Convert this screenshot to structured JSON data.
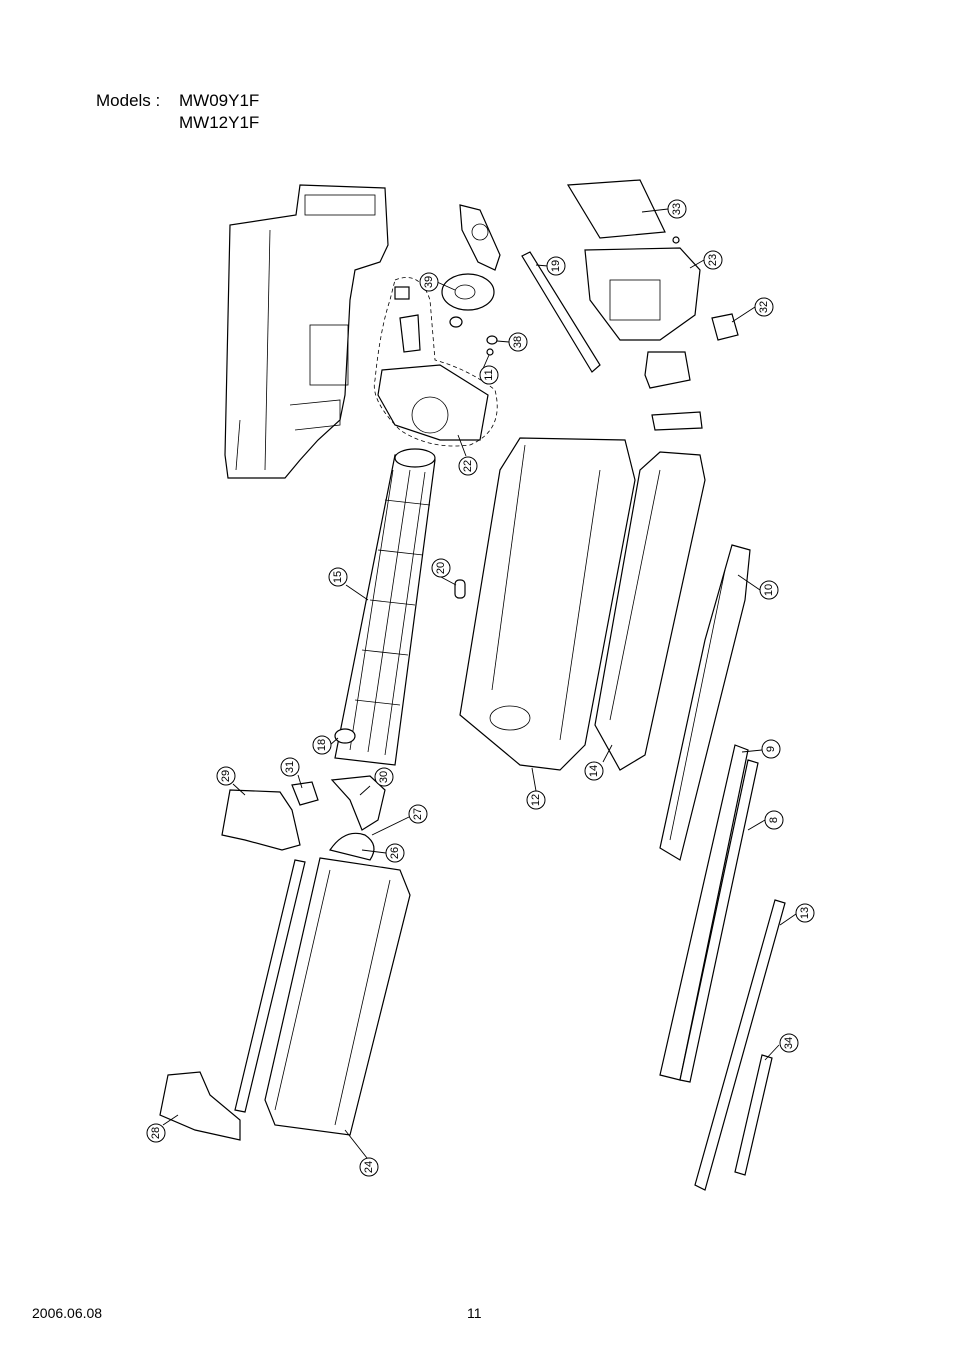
{
  "header": {
    "models_label": "Models :",
    "model_1": "MW09Y1F",
    "model_2": "MW12Y1F"
  },
  "callouts": [
    "33",
    "39",
    "19",
    "23",
    "32",
    "38",
    "11",
    "22",
    "15",
    "20",
    "10",
    "18",
    "14",
    "12",
    "29",
    "31",
    "30",
    "27",
    "26",
    "9",
    "8",
    "13",
    "34",
    "28",
    "24"
  ],
  "footer": {
    "date": "2006.06.08",
    "page": "11"
  }
}
